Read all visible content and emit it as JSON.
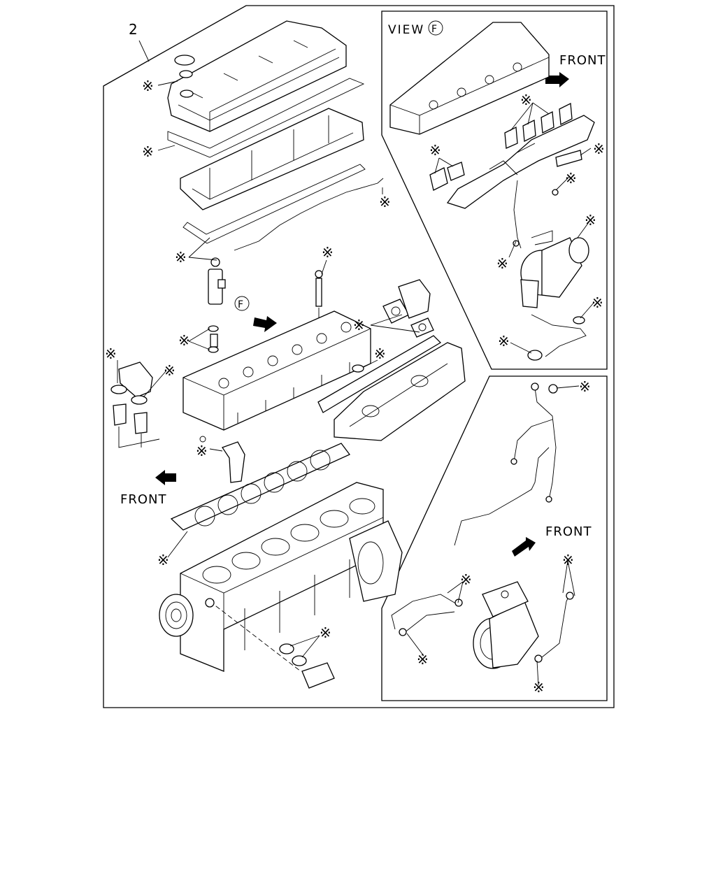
{
  "diagram": {
    "item_number": "2",
    "main_front_label": "FRONT",
    "view_marker_letter": "F",
    "view_panel": {
      "title_prefix": "VIEW",
      "title_letter": "F",
      "front_label": "FRONT"
    },
    "compressor_panel": {
      "front_label": "FRONT"
    },
    "asterisk_glyph": "※"
  }
}
